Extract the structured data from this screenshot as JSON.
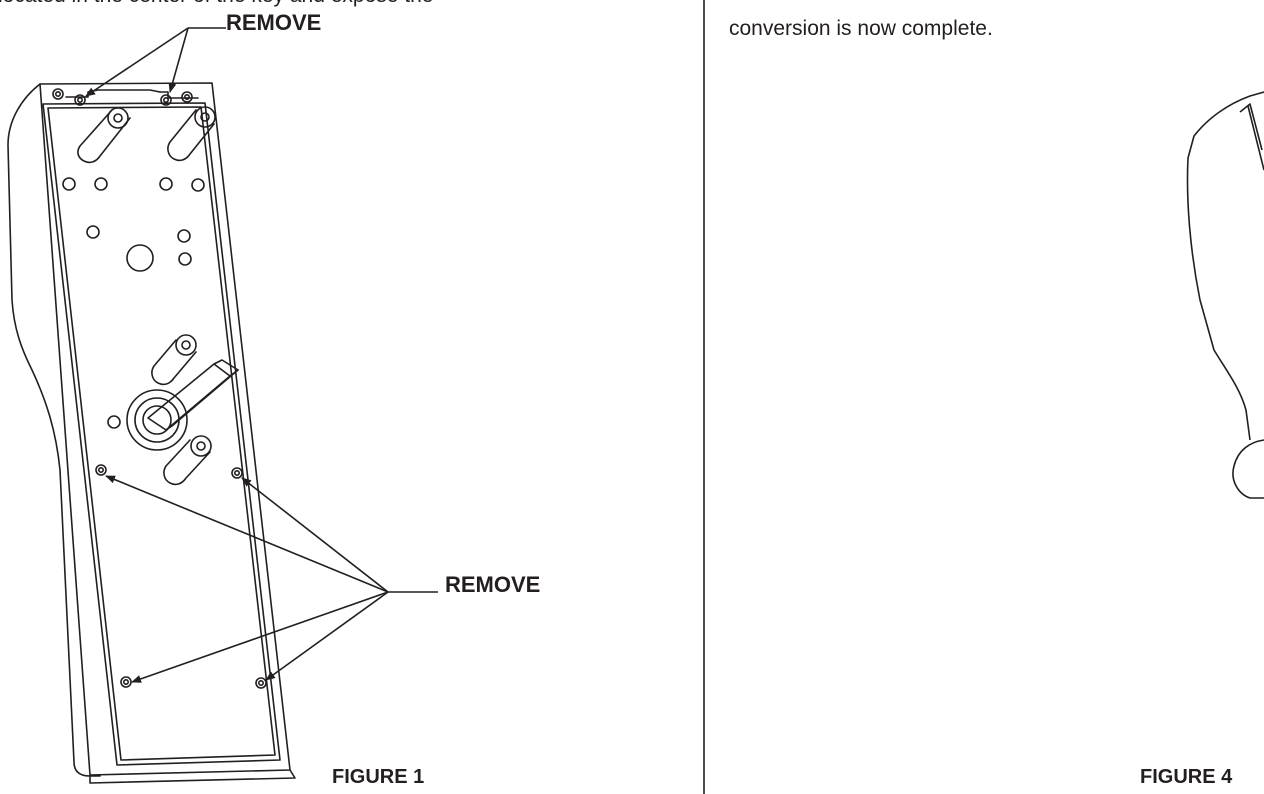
{
  "left_column": {
    "cut_text": "located in the center of the key and expose the",
    "label_top": "REMOVE",
    "label_bottom": "REMOVE",
    "caption": "FIGURE 1"
  },
  "right_column": {
    "body_text": "conversion is now complete.",
    "caption": "FIGURE 4"
  },
  "colors": {
    "ink": "#231f20",
    "background": "#ffffff"
  }
}
